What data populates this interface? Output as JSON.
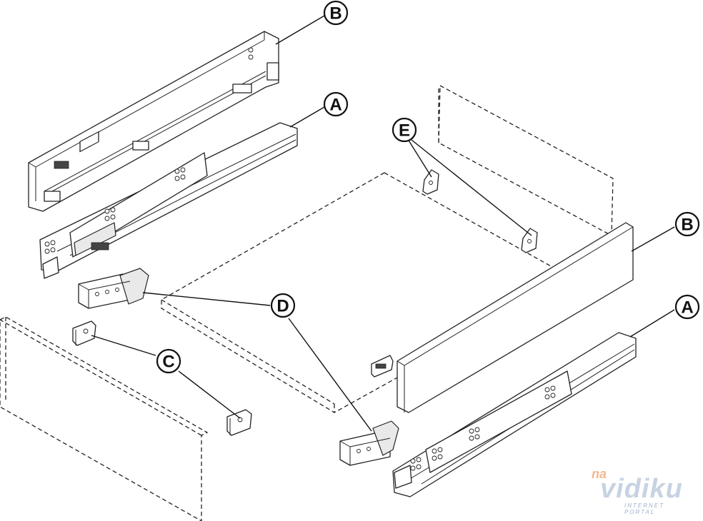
{
  "callouts": [
    {
      "id": "B-top",
      "label": "B"
    },
    {
      "id": "A-top",
      "label": "A"
    },
    {
      "id": "E",
      "label": "E"
    },
    {
      "id": "B-right",
      "label": "B"
    },
    {
      "id": "D",
      "label": "D"
    },
    {
      "id": "A-right",
      "label": "A"
    },
    {
      "id": "C",
      "label": "C"
    }
  ],
  "watermark": {
    "prefix": "na",
    "brand": "vidiku",
    "tagline": "INTERNET PORTAL"
  },
  "colors": {
    "line": "#222222",
    "background": "#ffffff",
    "watermark_orange": "#f2b890",
    "watermark_blue": "#c7d3e3"
  }
}
